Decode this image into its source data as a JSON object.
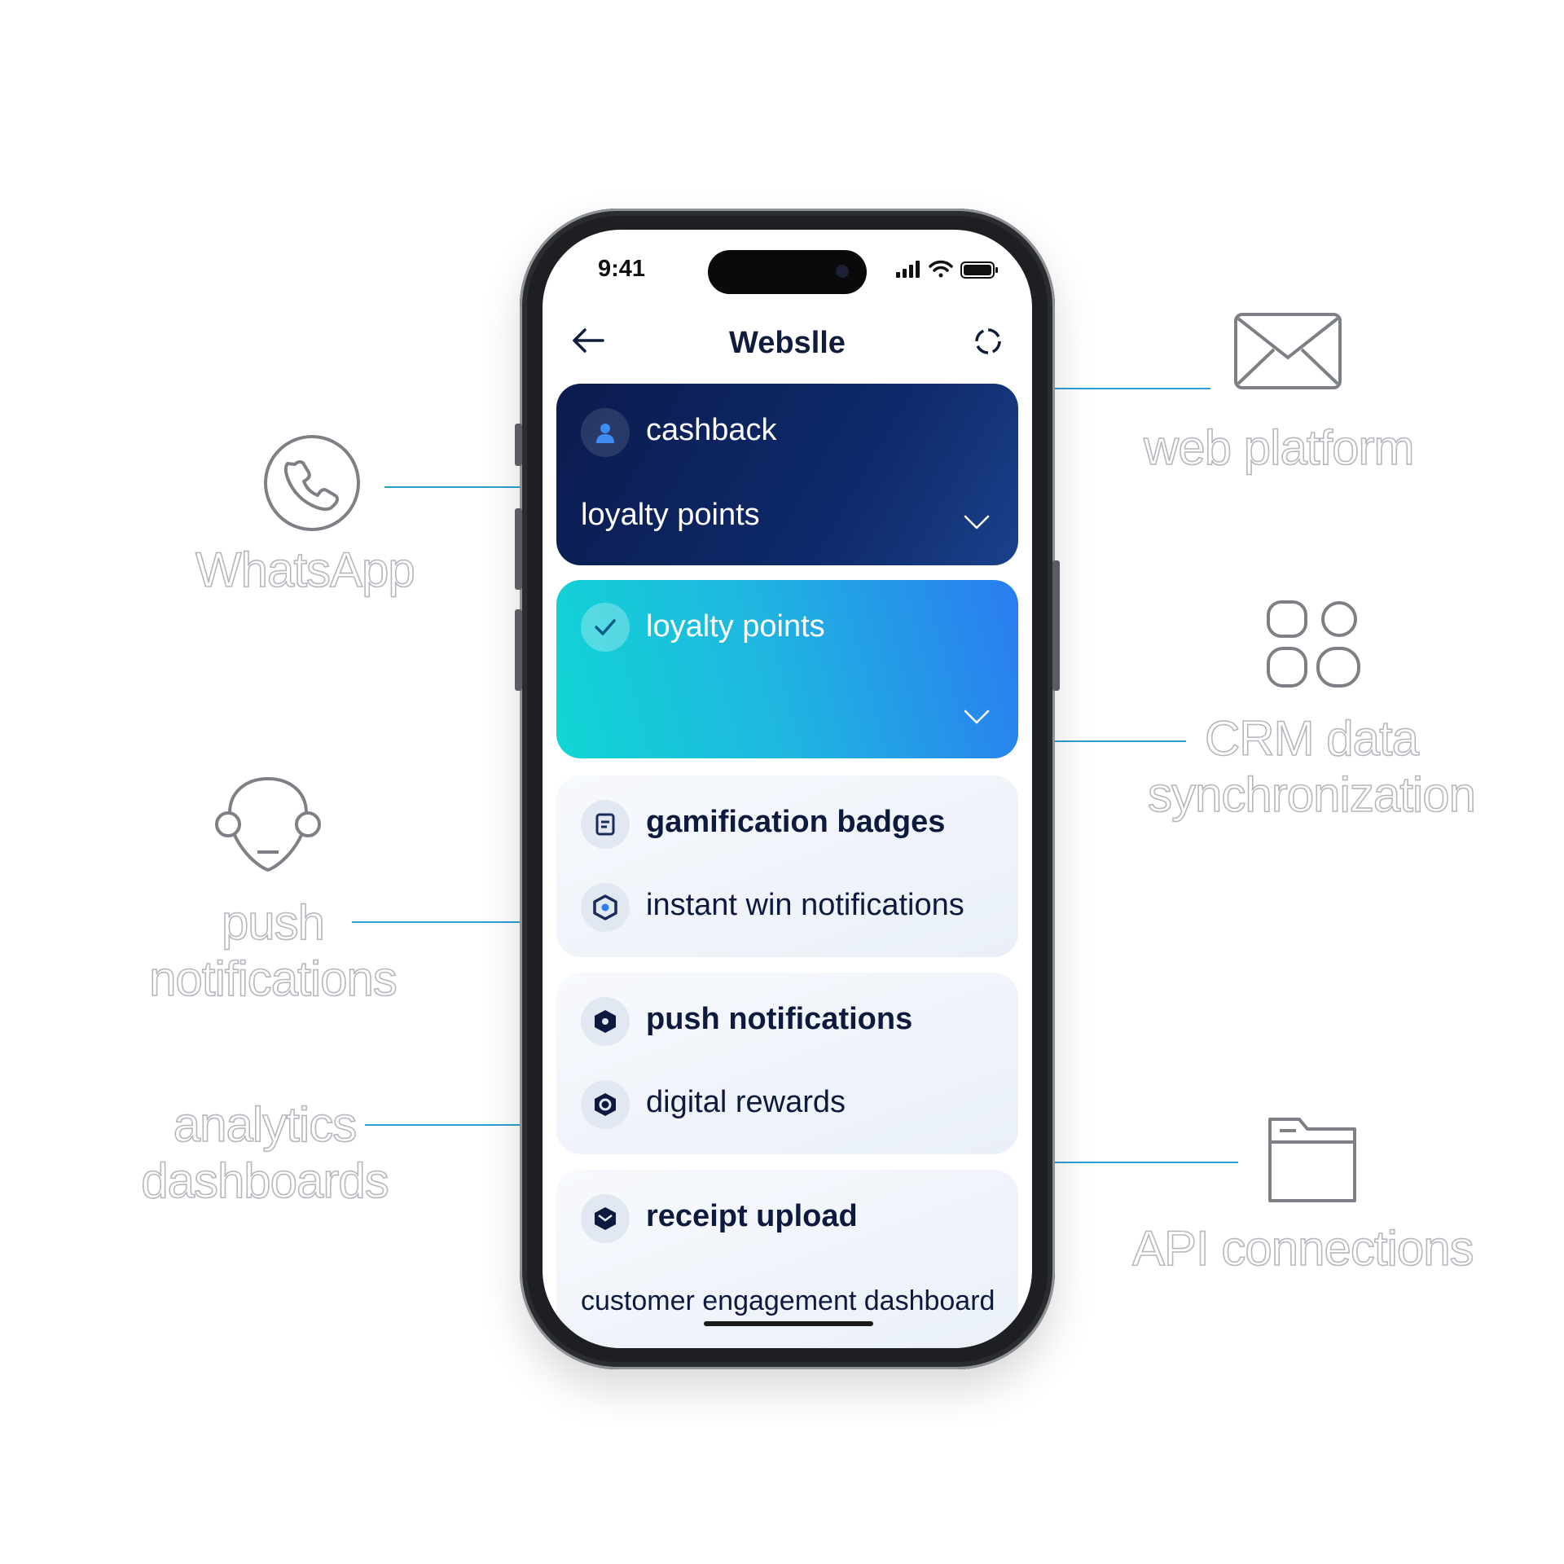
{
  "status_bar": {
    "time": "9:41"
  },
  "nav": {
    "title": "Webslle",
    "back_icon": "arrow-left-icon",
    "action_icon": "refresh-icon"
  },
  "cards": [
    {
      "title": "cashback",
      "subtitle": "loyalty points",
      "icon": "user-icon"
    },
    {
      "title": "loyalty points",
      "icon": "check-icon"
    },
    {
      "title": "gamification badges",
      "subtitle": "instant win notifications",
      "icons": [
        "document-icon",
        "shield-icon"
      ]
    },
    {
      "title": "push notifications",
      "subtitle": "digital rewards",
      "icons": [
        "hexagon-icon",
        "hexagon-outline-icon"
      ]
    },
    {
      "title": "receipt upload",
      "subtitle": "customer engagement dashboard",
      "icon": "hexagon-envelope-icon"
    }
  ],
  "channels": {
    "left": [
      "WhatsApp",
      "push notifications",
      "analytics dashboards"
    ],
    "right": [
      "web platform",
      "CRM data synchronization",
      "API connections"
    ]
  },
  "colors": {
    "dark_card": "#0f2b6c",
    "teal_start": "#10d6d4",
    "teal_end": "#2a7bef",
    "connector": "#2a9fd2"
  }
}
